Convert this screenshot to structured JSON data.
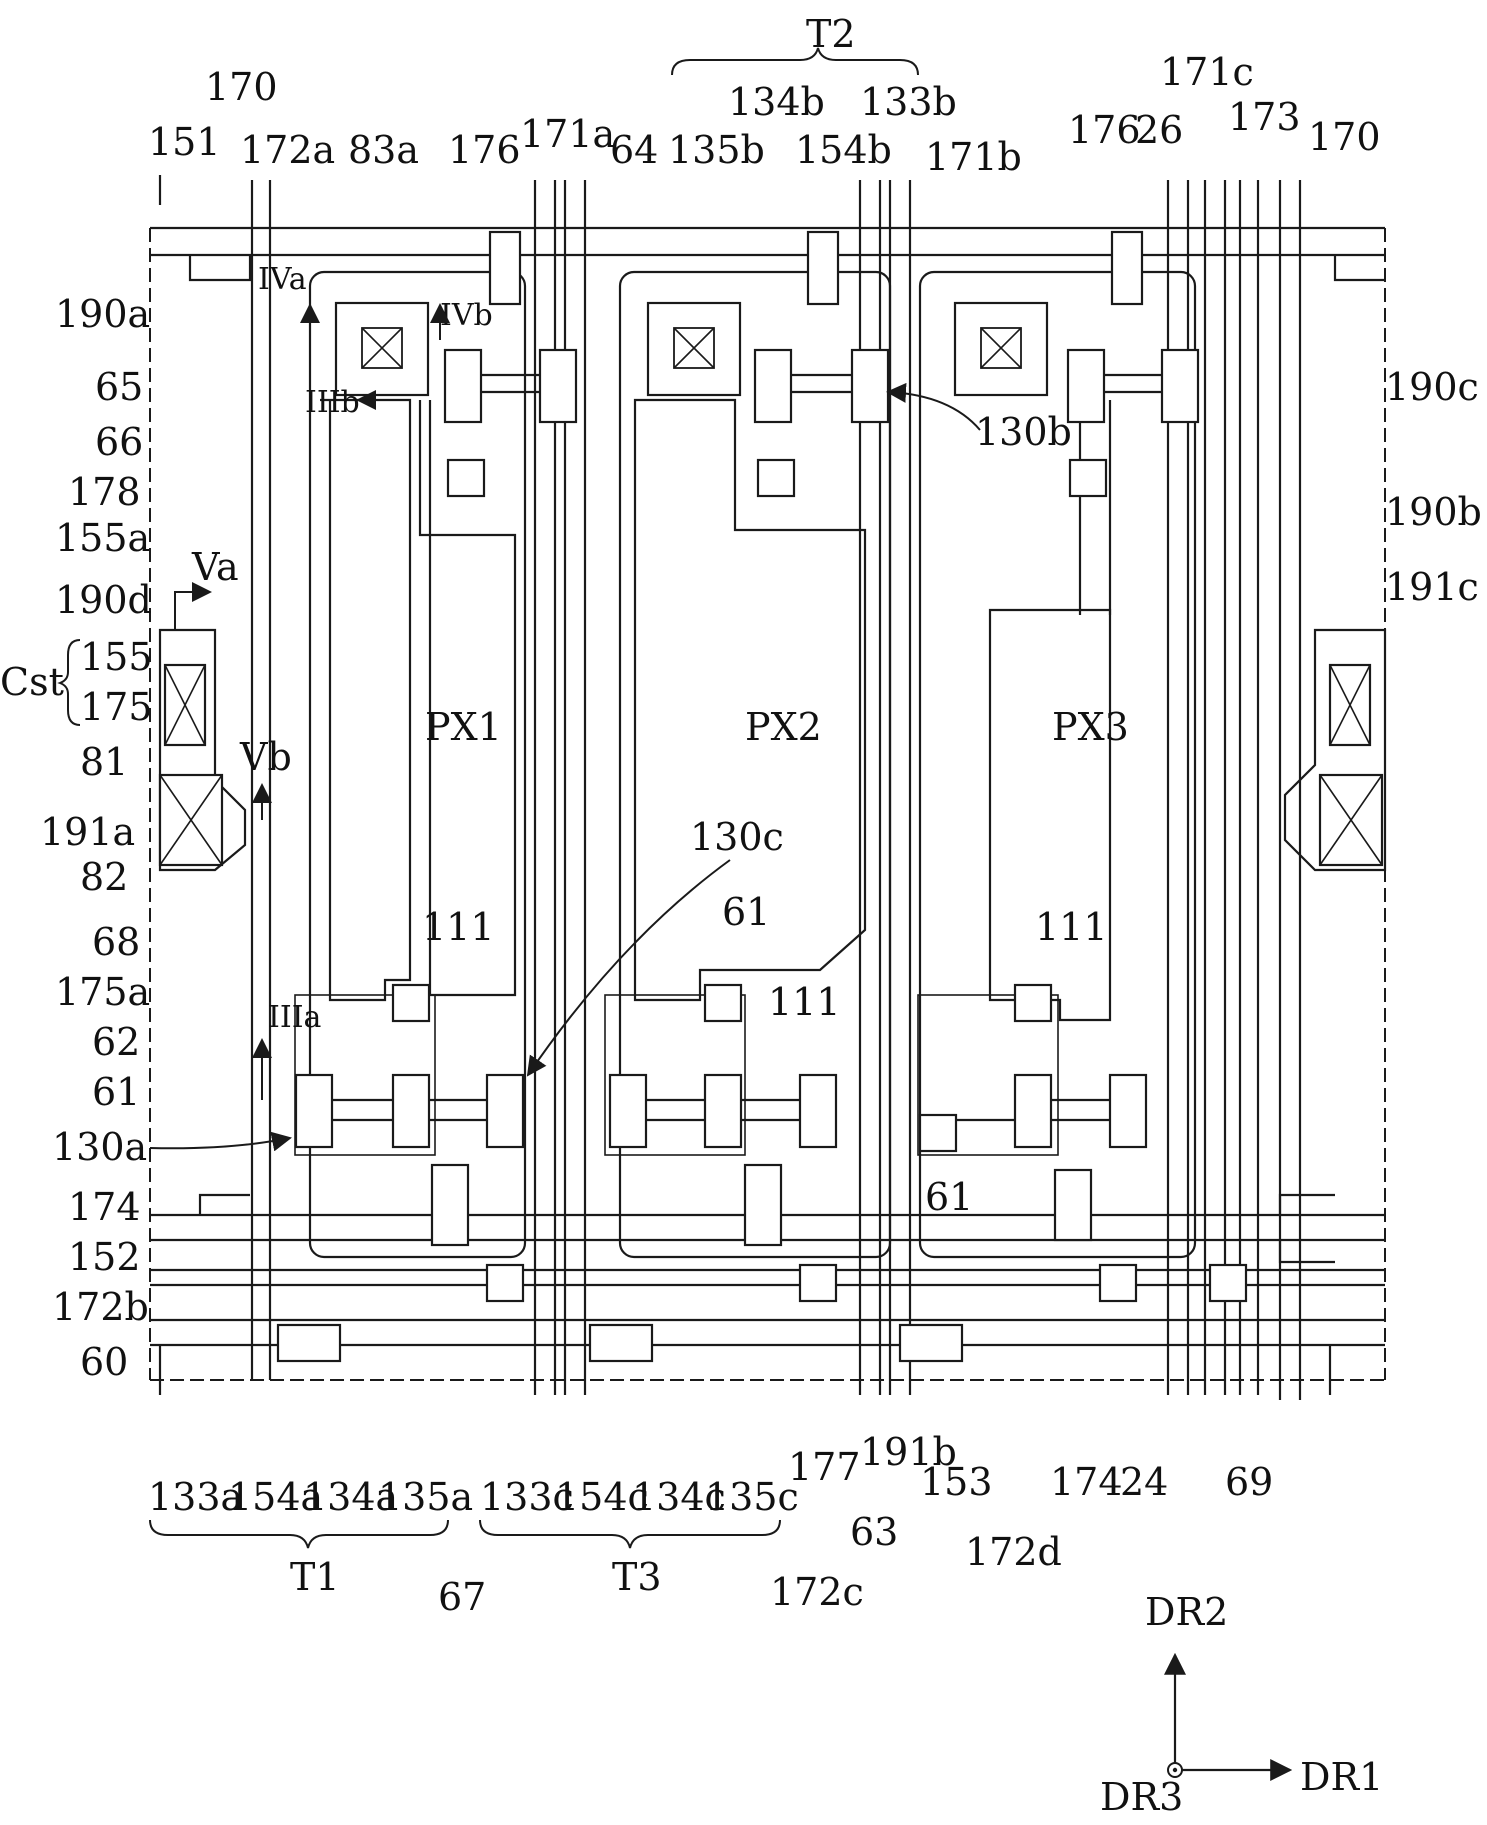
{
  "labels": {
    "T2": "T2",
    "n170_left": "170",
    "n151": "151",
    "n172a": "172a",
    "n83a": "83a",
    "n176_left": "176",
    "n171a": "171a",
    "n64": "64",
    "n135b": "135b",
    "n134b": "134b",
    "n154b": "154b",
    "n133b": "133b",
    "n171b": "171b",
    "n176_right": "176",
    "n26": "26",
    "n171c": "171c",
    "n173": "173",
    "n170_right": "170",
    "n190a": "190a",
    "IVa": "IVa",
    "IVb": "IVb",
    "n65": "65",
    "IIIb": "IIIb",
    "n66": "66",
    "n178": "178",
    "n155a": "155a",
    "Va": "Va",
    "n190d": "190d",
    "Cst": "Cst",
    "n155": "155",
    "n175": "175",
    "n81": "81",
    "Vb": "Vb",
    "n191a": "191a",
    "n82": "82",
    "n190c": "190c",
    "n130b": "130b",
    "n190b": "190b",
    "n191c": "191c",
    "PX1": "PX1",
    "PX2": "PX2",
    "PX3": "PX3",
    "n130c": "130c",
    "n61_mid": "61",
    "n111_left": "111",
    "n111_mid": "111",
    "n111_right": "111",
    "n68": "68",
    "n175a": "175a",
    "IIIa": "IIIa",
    "n62": "62",
    "n61_left": "61",
    "n130a": "130a",
    "n174_left": "174",
    "n152": "152",
    "n172b": "172b",
    "n60": "60",
    "n61_right": "61",
    "n133a": "133a",
    "n154a": "154a",
    "n134a": "134a",
    "n135a": "135a",
    "n133c": "133c",
    "n154c": "154c",
    "n134c": "134c",
    "n135c": "135c",
    "n177": "177",
    "n191b": "191b",
    "n153": "153",
    "n174_right": "174",
    "n24": "24",
    "n69": "69",
    "n63": "63",
    "n172d": "172d",
    "T1": "T1",
    "T3": "T3",
    "n67": "67",
    "n172c": "172c",
    "DR2": "DR2",
    "DR1": "DR1",
    "DR3": "DR3"
  }
}
